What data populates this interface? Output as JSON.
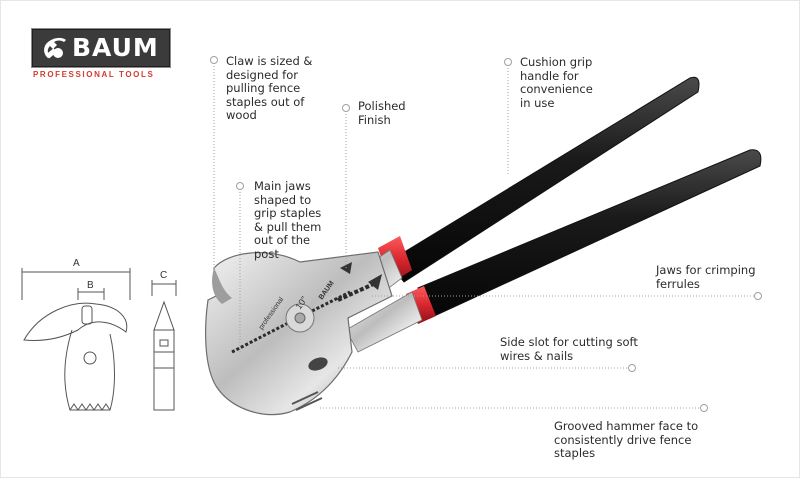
{
  "brand": {
    "name": "BAUM",
    "tagline": "PROFESSIONAL TOOLS",
    "accent": "#d23b2e"
  },
  "callouts": [
    {
      "id": "claw",
      "text": "Claw is sized &\ndesigned for\npulling fence\nstaples out of\nwood"
    },
    {
      "id": "polished",
      "text": "Polished\nFinish"
    },
    {
      "id": "cushion",
      "text": "Cushion grip\nhandle for\nconvenience\nin use"
    },
    {
      "id": "main-jaws",
      "text": "Main jaws\nshaped to\ngrip staples\n& pull them\nout of the\npost"
    },
    {
      "id": "crimping",
      "text": "Jaws for crimping\nferrules"
    },
    {
      "id": "side-slot",
      "text": "Side slot for cutting soft\nwires & nails"
    },
    {
      "id": "hammer",
      "text": "Grooved hammer face to\nconsistently drive fence\nstaples"
    }
  ],
  "dimensions": {
    "a": "A",
    "b": "B",
    "c": "C"
  },
  "tool_engraving": {
    "size": "10\"",
    "brand": "BAUM",
    "line": "professional"
  },
  "colors": {
    "handle": "#1c1c1c",
    "handle_ring": "#d8262e",
    "steel": "#c8c8c8",
    "leader": "#9a9a9a"
  }
}
